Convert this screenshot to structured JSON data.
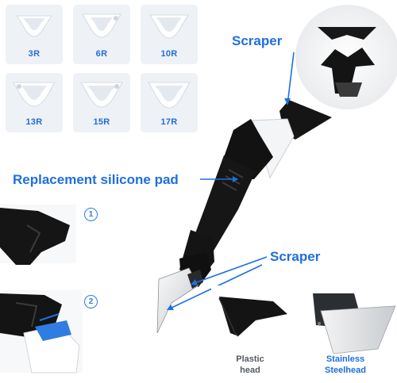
{
  "pads": [
    {
      "label": "3R"
    },
    {
      "label": "6R"
    },
    {
      "label": "10R"
    },
    {
      "label": "13R"
    },
    {
      "label": "15R"
    },
    {
      "label": "17R"
    }
  ],
  "callouts": {
    "scraper_top": "Scraper",
    "replacement_pad": "Replacement silicone pad",
    "scraper_mid": "Scraper"
  },
  "steps": {
    "one": "1",
    "two": "2"
  },
  "captions": {
    "plastic": {
      "line1": "Plastic",
      "line2": "head"
    },
    "stainless": {
      "line1": "Stainless",
      "line2": "Steelhead"
    }
  },
  "colors": {
    "accent": "#1e6fe0",
    "pad_label": "#1f6fd8",
    "tool_black": "#141414",
    "pad_bg": "#eef1f5"
  }
}
